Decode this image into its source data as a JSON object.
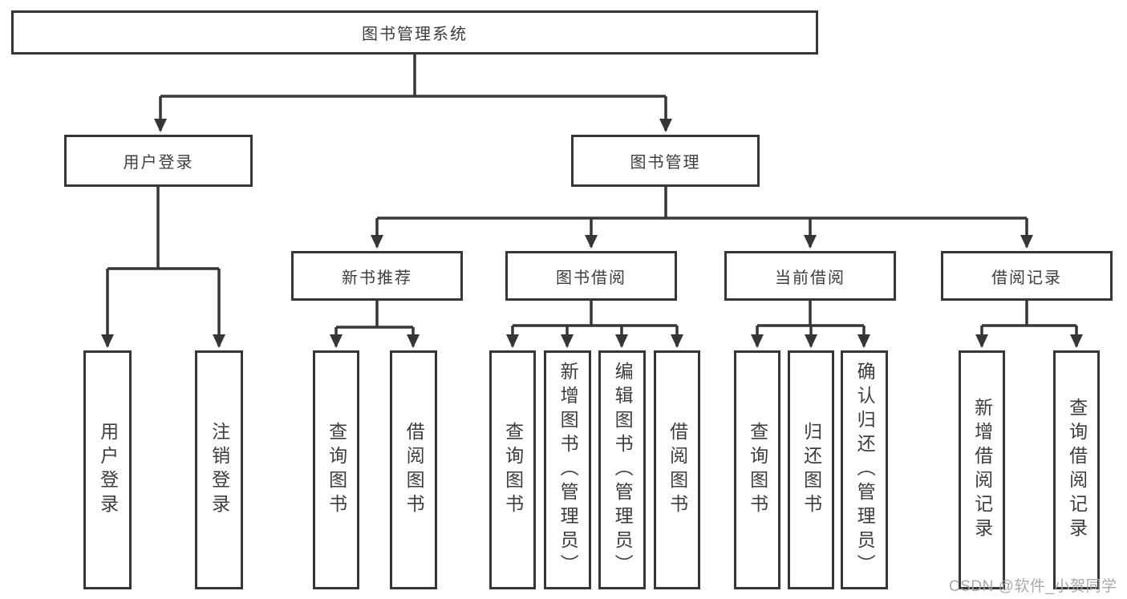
{
  "diagram": {
    "title": "图书管理系统",
    "children": [
      {
        "label": "用户登录",
        "children": [
          {
            "label": "用户登录"
          },
          {
            "label": "注销登录"
          }
        ]
      },
      {
        "label": "图书管理",
        "children": [
          {
            "label": "新书推荐",
            "children": [
              {
                "label": "查询图书"
              },
              {
                "label": "借阅图书"
              }
            ]
          },
          {
            "label": "图书借阅",
            "children": [
              {
                "label": "查询图书"
              },
              {
                "label": "新增图书（管理员）"
              },
              {
                "label": "编辑图书（管理员）"
              },
              {
                "label": "借阅图书"
              }
            ]
          },
          {
            "label": "当前借阅",
            "children": [
              {
                "label": "查询图书"
              },
              {
                "label": "归还图书"
              },
              {
                "label": "确认归还（管理员）"
              }
            ]
          },
          {
            "label": "借阅记录",
            "children": [
              {
                "label": "新增借阅记录"
              },
              {
                "label": "查询借阅记录"
              }
            ]
          }
        ]
      }
    ]
  },
  "watermark": {
    "text": "CSDN @软件_小贺同学"
  },
  "colors": {
    "line": "#363636",
    "text": "#3d3d3d",
    "watermark": "#a5a5a5",
    "background": "#ffffff"
  }
}
